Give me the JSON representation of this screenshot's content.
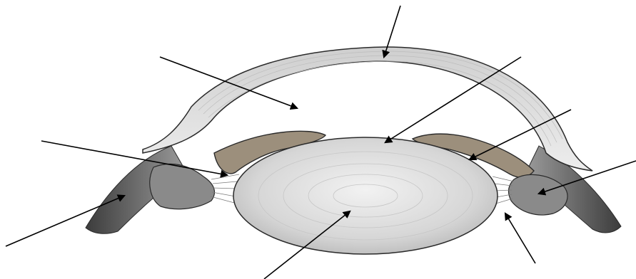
{
  "diagram": {
    "structures": [
      {
        "id": "cornea",
        "label": ""
      },
      {
        "id": "anterior-chamber",
        "label": ""
      },
      {
        "id": "lens-capsule",
        "label": ""
      },
      {
        "id": "iris",
        "label": ""
      },
      {
        "id": "ciliary-body",
        "label": ""
      },
      {
        "id": "zonular-fibers",
        "label": ""
      },
      {
        "id": "lens",
        "label": ""
      },
      {
        "id": "sclera",
        "label": ""
      },
      {
        "id": "pupil-margin",
        "label": ""
      }
    ],
    "pointer_count": 9,
    "colors": {
      "tissue": "#d8d8d8",
      "tissue_dark": "#5a5a5a",
      "outline": "#2a2a2a",
      "arrow": "#000000",
      "background": "#ffffff"
    }
  }
}
